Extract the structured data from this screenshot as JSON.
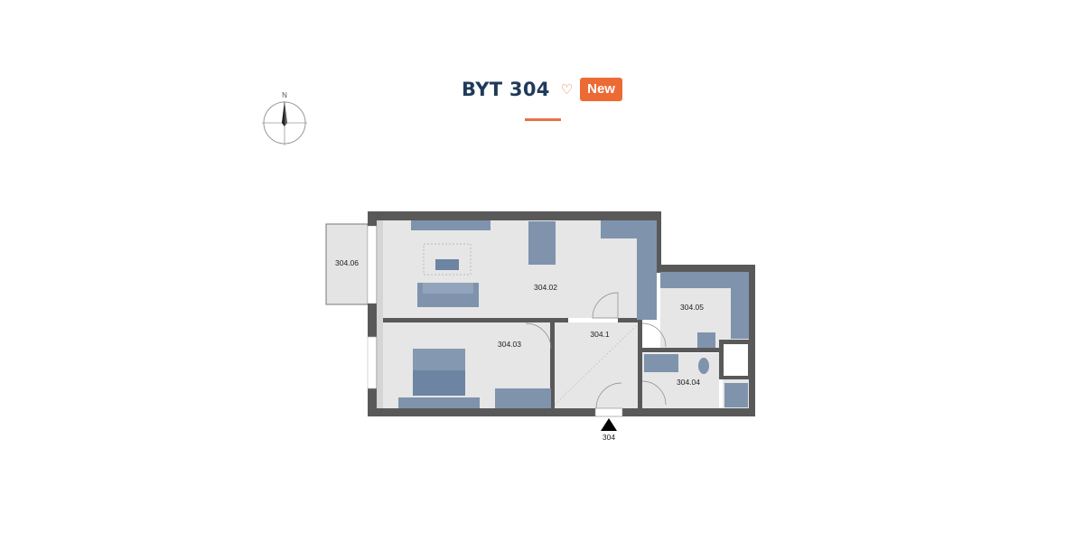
{
  "header": {
    "title": "BYT 304",
    "favorite_icon": "heart-icon",
    "badge": "New",
    "colors": {
      "title": "#1f3a5a",
      "accent": "#ec6b34"
    }
  },
  "compass": {
    "north_label": "N"
  },
  "floorplan": {
    "rooms": {
      "balcony": "304.06",
      "living": "304.02",
      "bedroom": "304.03",
      "hall": "304.1",
      "kitchen_room": "304.05",
      "bathroom": "304.04"
    },
    "entrance_label": "304"
  }
}
